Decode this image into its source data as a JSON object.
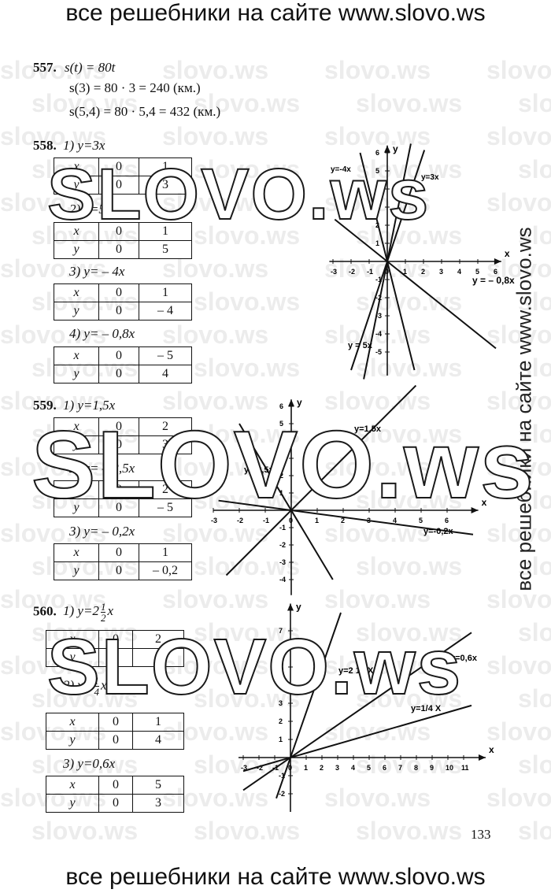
{
  "site_banner": "все решебники на сайте www.slovo.ws",
  "watermark": "slovo.ws",
  "watermark_big": "SLOVO.ws",
  "page_number": "133",
  "p557": {
    "number": "557.",
    "line1": "s(t) = 80t",
    "line2": "s(3) = 80 · 3 = 240  (км.)",
    "line3": "s(5,4) = 80 · 5,4 = 432  (км.)"
  },
  "p558": {
    "number": "558.",
    "parts": [
      {
        "label": "1) y=3x",
        "x": [
          "x",
          "0",
          "1"
        ],
        "y": [
          "y",
          "0",
          "3"
        ]
      },
      {
        "label": "2) y=5x",
        "x": [
          "x",
          "0",
          "1"
        ],
        "y": [
          "y",
          "0",
          "5"
        ]
      },
      {
        "label": "3) y= – 4x",
        "x": [
          "x",
          "0",
          "1"
        ],
        "y": [
          "y",
          "0",
          "– 4"
        ]
      },
      {
        "label": "4) y= – 0,8x",
        "x": [
          "x",
          "0",
          "– 5"
        ],
        "y": [
          "y",
          "0",
          "4"
        ]
      }
    ],
    "graph": {
      "x_axis": "x",
      "y_axis": "y",
      "x_ticks": [
        "-3",
        "-2",
        "-1",
        "0",
        "1",
        "2",
        "3",
        "4",
        "5",
        "6"
      ],
      "y_ticks": [
        "6",
        "5",
        "4",
        "3",
        "2",
        "1",
        "-1",
        "-2",
        "-3",
        "-4",
        "-5"
      ],
      "line_labels": [
        "y=-4x",
        "y=3x",
        "y = – 0,8x",
        "y = 5x"
      ]
    }
  },
  "p559": {
    "number": "559.",
    "parts": [
      {
        "label": "1) y=1,5x",
        "x": [
          "x",
          "0",
          "2"
        ],
        "y": [
          "y",
          "0",
          "3"
        ]
      },
      {
        "label": "2) y= – 2,5x",
        "x": [
          "x",
          "0",
          "2"
        ],
        "y": [
          "y",
          "0",
          "– 5"
        ]
      },
      {
        "label": "3) y= – 0,2x",
        "x": [
          "x",
          "0",
          "1"
        ],
        "y": [
          "y",
          "0",
          "– 0,2"
        ]
      }
    ],
    "graph": {
      "x_axis": "x",
      "y_axis": "y",
      "x_ticks": [
        "-3",
        "-2",
        "-1",
        "0",
        "1",
        "2",
        "3",
        "4",
        "5",
        "6"
      ],
      "y_ticks": [
        "6",
        "5",
        "4",
        "3",
        "2",
        "1",
        "-1",
        "-2",
        "-3",
        "-4"
      ],
      "line_labels": [
        "y=1,5x",
        "y=-2,5x",
        "y=-0,2x"
      ]
    }
  },
  "p560": {
    "number": "560.",
    "parts": [
      {
        "label_main": "1) y=2",
        "frac_num": "1",
        "frac_den": "2",
        "label_tail": "x",
        "x": [
          "x",
          "0",
          "2"
        ],
        "y": [
          "y",
          "0",
          "5"
        ]
      },
      {
        "label_main": "2) y=",
        "frac_num": "1",
        "frac_den": "4",
        "label_tail": "x",
        "x": [
          "x",
          "0",
          "1"
        ],
        "y": [
          "y",
          "0",
          "4"
        ]
      },
      {
        "label": "3) y=0,6x",
        "x": [
          "x",
          "0",
          "5"
        ],
        "y": [
          "y",
          "0",
          "3"
        ]
      }
    ],
    "graph": {
      "x_axis": "x",
      "y_axis": "y",
      "x_ticks": [
        "-3",
        "-2",
        "-1",
        "0",
        "1",
        "2",
        "3",
        "4",
        "5",
        "6",
        "7",
        "8",
        "9",
        "10",
        "11"
      ],
      "y_ticks": [
        "7",
        "6",
        "5",
        "4",
        "3",
        "2",
        "1",
        "-1",
        "-2"
      ],
      "line_labels": [
        "y=2 1/2X",
        "y=0,6x",
        "y=1/4 X"
      ]
    }
  }
}
